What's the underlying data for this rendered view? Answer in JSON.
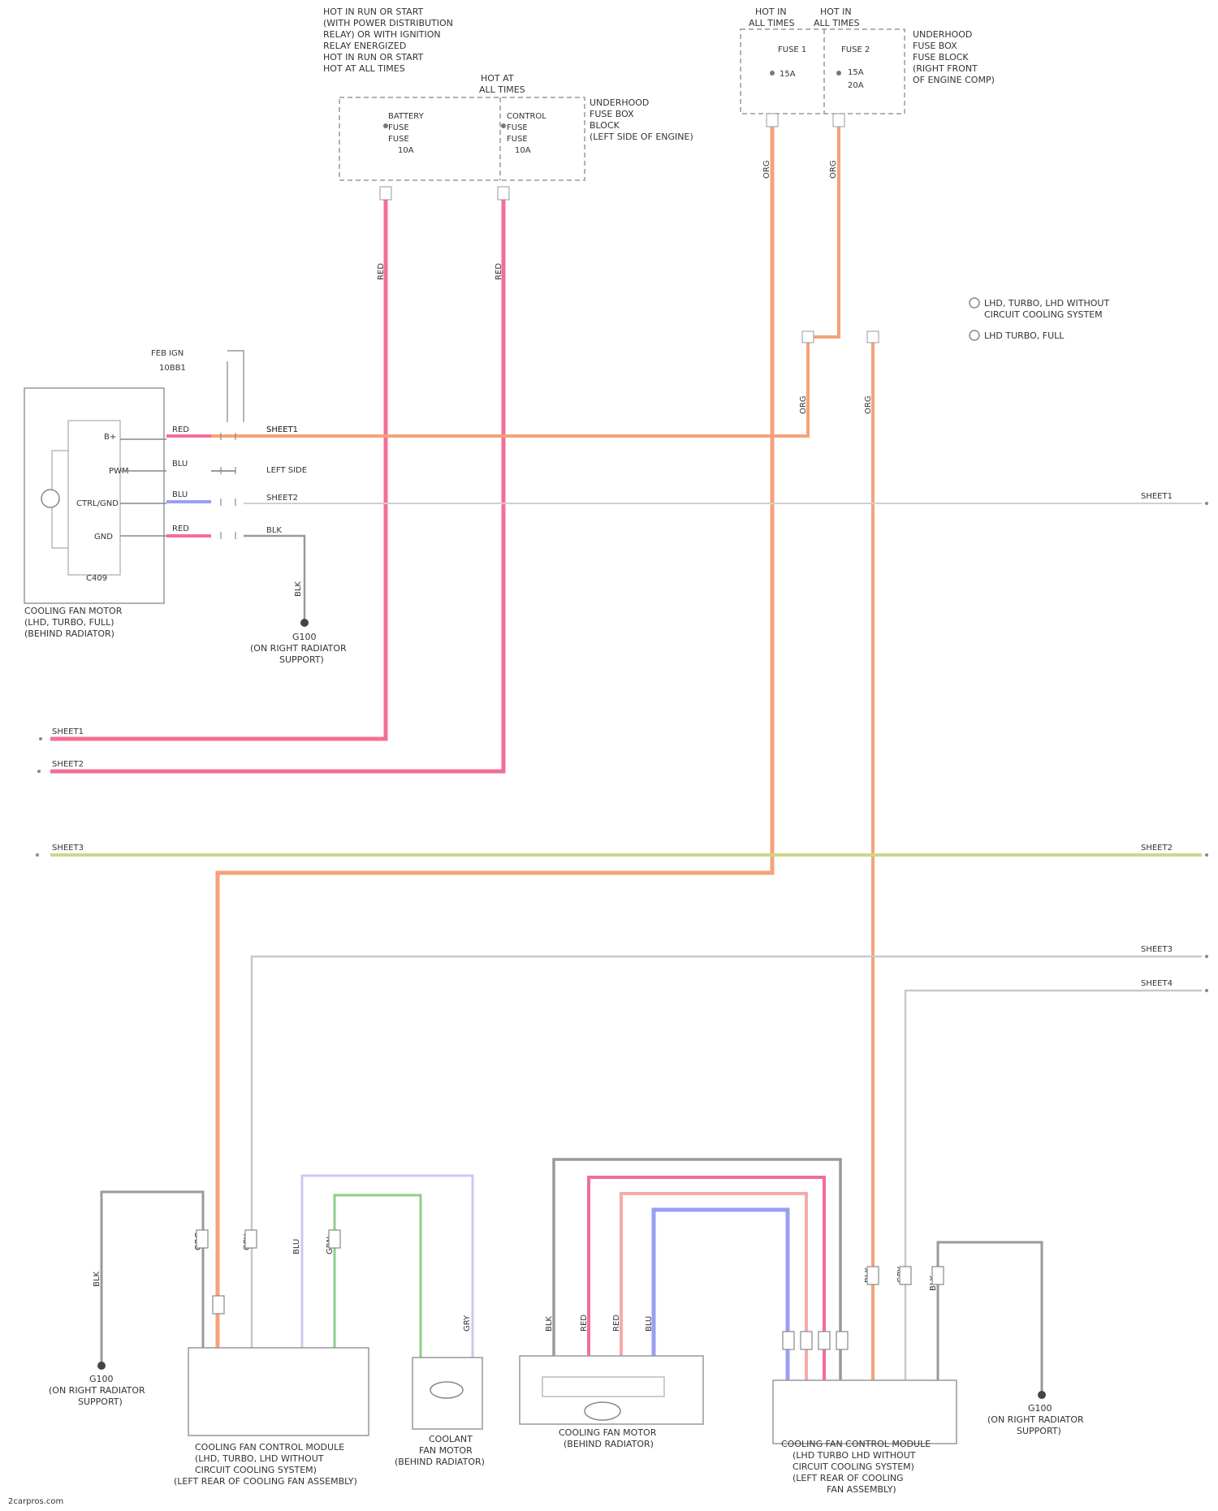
{
  "colors": {
    "red": "#f46f95",
    "orange": "#f5a27a",
    "olive": "#c9d98b",
    "gray": "#9a9a9a",
    "lightgray": "#c8c8c8",
    "blue": "#9aa0ef",
    "green": "#8fcf8a",
    "lavender": "#c9c9f2",
    "redlite": "#f7a9a9"
  },
  "fuse_top_left": {
    "caption": [
      "HOT IN RUN OR START",
      "(WITH POWER DISTRIBUTION",
      "RELAY) OR WITH IGNITION",
      "RELAY ENERGIZED",
      "HOT IN RUN OR START",
      "HOT AT ALL TIMES"
    ],
    "fuse1": [
      "BATTERY",
      "FUSE",
      "FUSE",
      "10A"
    ],
    "fuse2": [
      "CONTROL",
      "FUSE",
      "FUSE",
      "10A"
    ],
    "hot_label": [
      "HOT AT",
      "ALL TIMES"
    ],
    "block_name": [
      "UNDERHOOD",
      "FUSE BOX",
      "BLOCK",
      "(LEFT SIDE OF ENGINE)"
    ]
  },
  "fuse_top_right": {
    "hot1": [
      "HOT IN",
      "ALL TIMES"
    ],
    "hot2": [
      "HOT IN",
      "ALL TIMES"
    ],
    "fuse1": [
      "FUSE 1",
      "15A"
    ],
    "fuse2": [
      "FUSE 2",
      "15A",
      "20A"
    ],
    "block_name": [
      "UNDERHOOD",
      "FUSE BOX",
      "FUSE BLOCK",
      "(RIGHT FRONT",
      "OF ENGINE COMP)"
    ]
  },
  "legend": {
    "item1": "LHD, TURBO, LHD WITHOUT",
    "item1b": "CIRCUIT COOLING SYSTEM",
    "item2": "LHD TURBO, FULL"
  },
  "motor": {
    "name": [
      "COOLING FAN MOTOR",
      "(LHD, TURBO, FULL)",
      "(BEHIND RADIATOR)"
    ],
    "pins": [
      "B+",
      "PWM",
      "CTRL/GND",
      "GND"
    ],
    "connector": "C409",
    "wire_labels": [
      "RED",
      "BLU",
      "BLU",
      "RED"
    ],
    "near_labels": [
      "FEB IGN",
      "10BB1"
    ],
    "right_labels": [
      "SHEET1",
      "LEFT SIDE",
      "SHEET2",
      "BLK"
    ],
    "ground_wire": "BLK",
    "ground": [
      "G100",
      "(ON RIGHT RADIATOR",
      "SUPPORT)"
    ]
  },
  "left_refs": {
    "r1": "SHEET1",
    "r2": "SHEET2",
    "r3": "SHEET3"
  },
  "right_refs": {
    "r1": "SHEET1",
    "r2": "SHEET2",
    "r3": "SHEET3",
    "r4": "SHEET4"
  },
  "wire_vlabels": {
    "w1": "RED",
    "w2": "RED",
    "w3": "ORG",
    "w4": "ORG",
    "w5": "ORG",
    "w6": "ORG"
  },
  "bottom": {
    "ground_left": [
      "G100",
      "(ON RIGHT RADIATOR",
      "SUPPORT)"
    ],
    "module": [
      "COOLING FAN CONTROL MODULE",
      "(LHD, TURBO, LHD WITHOUT",
      "CIRCUIT COOLING SYSTEM)",
      "(LEFT REAR OF COOLING FAN ASSEMBLY)"
    ],
    "sensor": [
      "COOLANT",
      "FAN MOTOR",
      "(BEHIND RADIATOR)"
    ],
    "radiator": [
      "COOLING FAN MOTOR",
      "(BEHIND RADIATOR)"
    ],
    "relay": [
      "COOLING FAN CONTROL MODULE",
      "(LHD TURBO LHD WITHOUT",
      "CIRCUIT COOLING SYSTEM)",
      "(LEFT REAR OF COOLING",
      "FAN ASSEMBLY)"
    ],
    "ground_right": [
      "G100",
      "(ON RIGHT RADIATOR",
      "SUPPORT)"
    ],
    "pin_labels": [
      "BLK",
      "ORG",
      "GRY",
      "BLU",
      "GRN",
      "GRY",
      "BLK",
      "RED",
      "RED",
      "BLU",
      "BLK",
      "GRY",
      "BLK"
    ]
  },
  "watermark": "2carpros.com"
}
